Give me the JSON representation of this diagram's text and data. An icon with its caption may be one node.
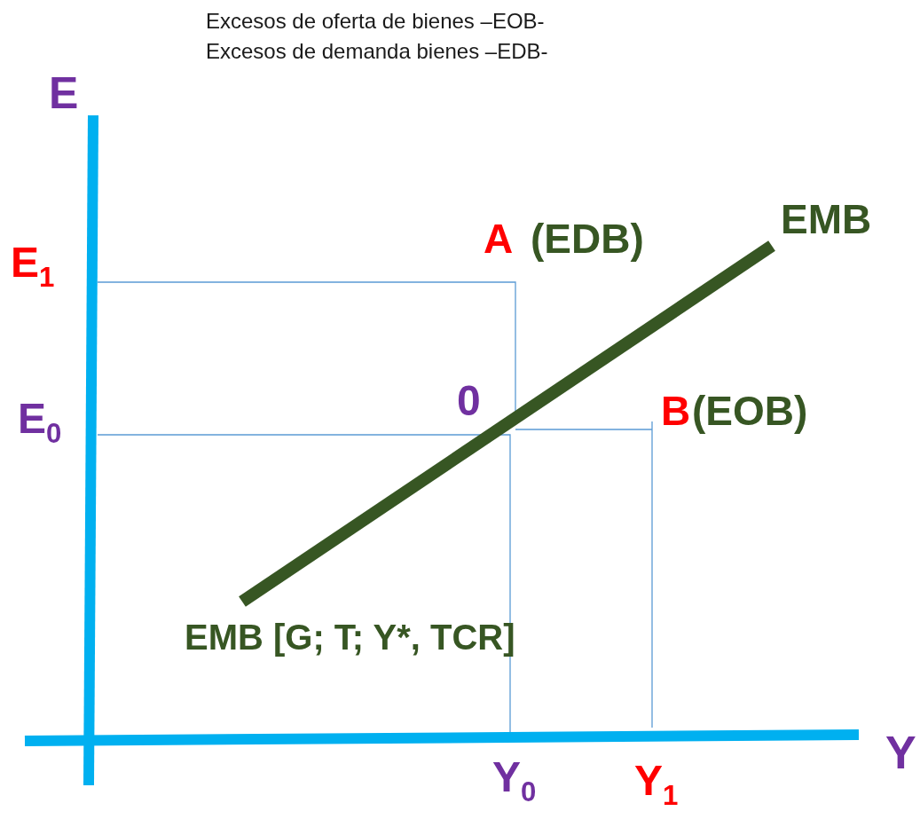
{
  "diagram": {
    "labels": [
      "Excesos de oferta de bienes  –EOB-",
      "Excesos de demanda bienes  –EDB-",
      "E",
      "E$_{1}$",
      "A",
      "(EDB)",
      "EMB",
      "0",
      "B",
      "(EOB)",
      "E$_{0}$",
      "EMB [G; T; Y*, TCR]",
      "Y",
      "Y$_{0}$",
      "Y$_{1}$"
    ]
  }
}
